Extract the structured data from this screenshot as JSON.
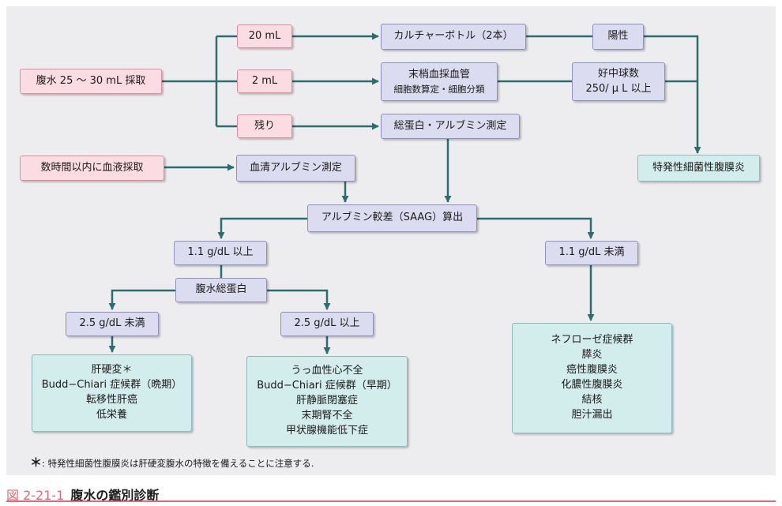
{
  "nodes": {
    "collect": "腹水 25 ～ 30 mL 採取",
    "ml20": "20 mL",
    "ml2": "2 mL",
    "rest": "残り",
    "culture": "カルチャーボトル（2本）",
    "tube": "末梢血採血管",
    "tube_sub": "細胞数算定・細胞分類",
    "protein": "総蛋白・アルブミン測定",
    "positive": "陽性",
    "neutro_1": "好中球数",
    "neutro_2": "250/ μ L 以上",
    "sbp": "特発性細菌性腹膜炎",
    "blood": "数時間以内に血液採取",
    "serum": "血清アルブミン測定",
    "saag": "アルブミン較差（SAAG）算出",
    "hi": "1.1 g/dL 以上",
    "lo": "1.1 g/dL 未満",
    "tp": "腹水総蛋白",
    "tp_lo": "2.5 g/dL 未満",
    "tp_hi": "2.5 g/dL 以上",
    "list_a": [
      "肝硬変＊",
      "Budd−Chiari 症候群（晩期）",
      "転移性肝癌",
      "低栄養"
    ],
    "list_b": [
      "うっ血性心不全",
      "Budd−Chiari 症候群（早期）",
      "肝静脈閉塞症",
      "末期腎不全",
      "甲状腺機能低下症"
    ],
    "list_c": [
      "ネフローゼ症候群",
      "膵炎",
      "癌性腹膜炎",
      "化膿性腹膜炎",
      "結核",
      "胆汁漏出"
    ]
  },
  "footnote": {
    "mark": "＊",
    "text": ": 特発性細菌性腹膜炎は肝硬変腹水の特徴を備えることに注意する."
  },
  "caption": {
    "number": "図 2-21-1",
    "title": "腹水の鑑別診断"
  },
  "colors": {
    "connector": "#2c6e6e",
    "pink_fill": "#fbdce2",
    "pink_border": "#e58a9d",
    "lavender_fill": "#dcdcf0",
    "teal_fill": "#d3ecec",
    "caption_accent": "#e06a78"
  }
}
